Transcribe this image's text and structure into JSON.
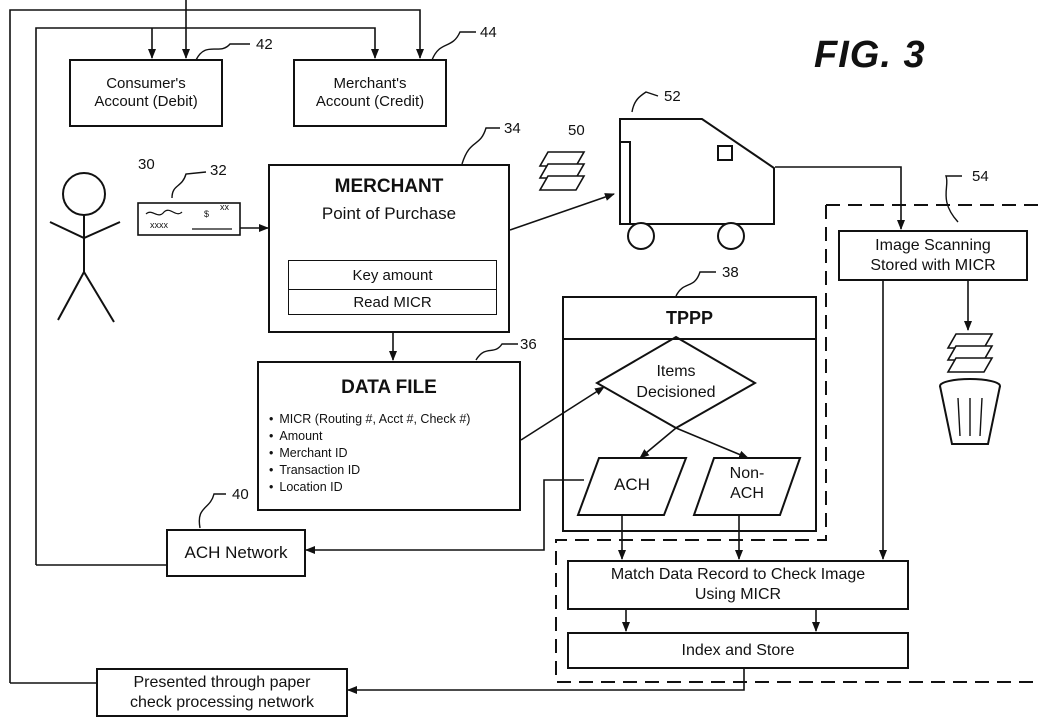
{
  "figure_label": "FIG. 3",
  "refs": {
    "r30": "30",
    "r32": "32",
    "r34": "34",
    "r36": "36",
    "r38": "38",
    "r40": "40",
    "r42": "42",
    "r44": "44",
    "r50": "50",
    "r52": "52",
    "r54": "54"
  },
  "check": {
    "amount_placeholder": "xx",
    "dollar": "$",
    "number_placeholder": "xxxx"
  },
  "consumer_account": {
    "line1": "Consumer's",
    "line2": "Account (Debit)"
  },
  "merchant_account": {
    "line1": "Merchant's",
    "line2": "Account (Credit)"
  },
  "merchant_box": {
    "title": "MERCHANT",
    "subtitle": "Point of Purchase",
    "key_amount": "Key amount",
    "read_micr": "Read MICR"
  },
  "data_file": {
    "title": "DATA FILE",
    "items": [
      "MICR (Routing #, Acct #, Check #)",
      "Amount",
      "Merchant ID",
      "Transaction ID",
      "Location ID"
    ]
  },
  "tppp": {
    "title": "TPPP",
    "decision_line1": "Items",
    "decision_line2": "Decisioned",
    "ach": "ACH",
    "non_ach_line1": "Non-",
    "non_ach_line2": "ACH"
  },
  "ach_network": "ACH Network",
  "image_scanning": {
    "line1": "Image Scanning",
    "line2": "Stored with MICR"
  },
  "match_box": {
    "line1": "Match Data Record to Check Image",
    "line2": "Using MICR"
  },
  "index_store": "Index and Store",
  "presented": {
    "line1": "Presented through paper",
    "line2": "check processing network"
  }
}
